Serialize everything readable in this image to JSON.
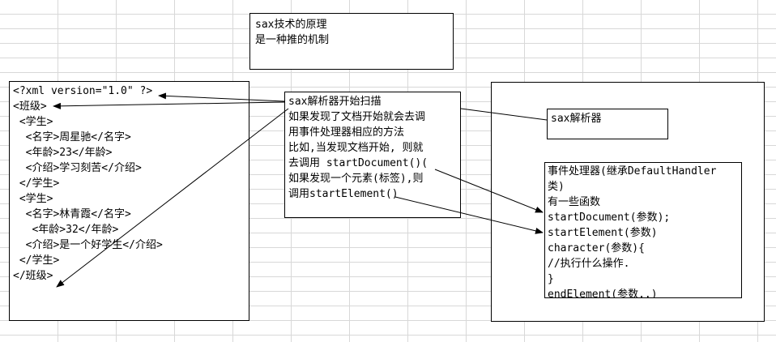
{
  "title_box": {
    "line1": "sax技术的原理",
    "line2": "是一种推的机制"
  },
  "xml_box": {
    "lines": [
      "<?xml version=\"1.0\" ?>",
      "<班级>",
      " <学生>",
      "  <名字>周星驰</名字>",
      "  <年龄>23</年龄>",
      "  <介绍>学习刻苦</介绍>",
      " </学生>",
      " <学生>",
      "  <名字>林青霞</名字>",
      "   <年龄>32</年龄>",
      "  <介绍>是一个好学生</介绍>",
      " </学生>",
      "</班级>"
    ]
  },
  "scan_box": {
    "lines": [
      "sax解析器开始扫描",
      "如果发现了文档开始就会去调",
      "用事件处理器相应的方法",
      "比如,当发现文档开始, 则就",
      "去调用 startDocument()(",
      "如果发现一个元素(标签),则",
      "调用startElement()"
    ]
  },
  "parser_box": {
    "label": "sax解析器"
  },
  "handler_box": {
    "lines": [
      "事件处理器(继承DefaultHandler",
      "类)",
      "有一些函数",
      "startDocument(参数);",
      "startElement(参数)",
      "character(参数){",
      "//执行什么操作.",
      "}",
      "endElement(参数..)"
    ]
  },
  "colors": {
    "line": "#000000",
    "background": "#ffffff",
    "grid": "#d8d8d8"
  }
}
